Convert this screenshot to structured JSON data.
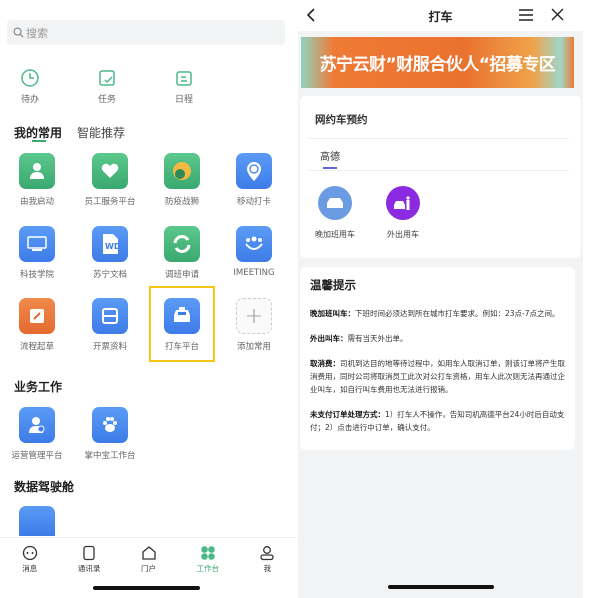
{
  "left": {
    "search_placeholder": "搜索",
    "quick": [
      "待办",
      "任务",
      "日程"
    ],
    "tabs": [
      "我的常用",
      "智能推荐"
    ],
    "common_apps": [
      "由我启动",
      "员工服务平台",
      "防疫战狮",
      "移动打卡",
      "科技学院",
      "苏宁文档",
      "调班申请",
      "IMEETING",
      "流程起草",
      "开票资料",
      "打车平台",
      "添加常用"
    ],
    "business_title": "业务工作",
    "business_apps": [
      "运营管理平台",
      "掌中宝工作台"
    ],
    "cockpit_title": "数据驾驶舱",
    "nav": [
      "消息",
      "通讯录",
      "门户",
      "工作台",
      "我"
    ],
    "accent": "#3aa970",
    "highlight": "#f5c518"
  },
  "right": {
    "title": "打车",
    "banner": "苏宁云财”财服合伙人“招募专区",
    "booking_title": "网约车预约",
    "provider_tab": "高德",
    "options": [
      "晚加班用车",
      "外出用车"
    ],
    "tips_title": "温馨提示",
    "tips": [
      {
        "label": "晚加班叫车：",
        "text": "下班时间必须达到所在城市打车要求。例如：23点-7点之间。"
      },
      {
        "label": "外出叫车：",
        "text": "需有当天外出单。"
      },
      {
        "label": "取消费：",
        "text": "司机到达目的地等待过程中，如用车人取消订单，则该订单将产生取消费用，同时公司将取消员工此次对公打车资格，用车人此次则无法再通过企业叫车，如自行叫车费用也无法进行报销。"
      },
      {
        "label": "未支付订单处理方式：",
        "text": "1）打车人不操作，告知司机高德平台24小时后自动支付；2）点击进行中订单，确认支付。"
      }
    ]
  }
}
